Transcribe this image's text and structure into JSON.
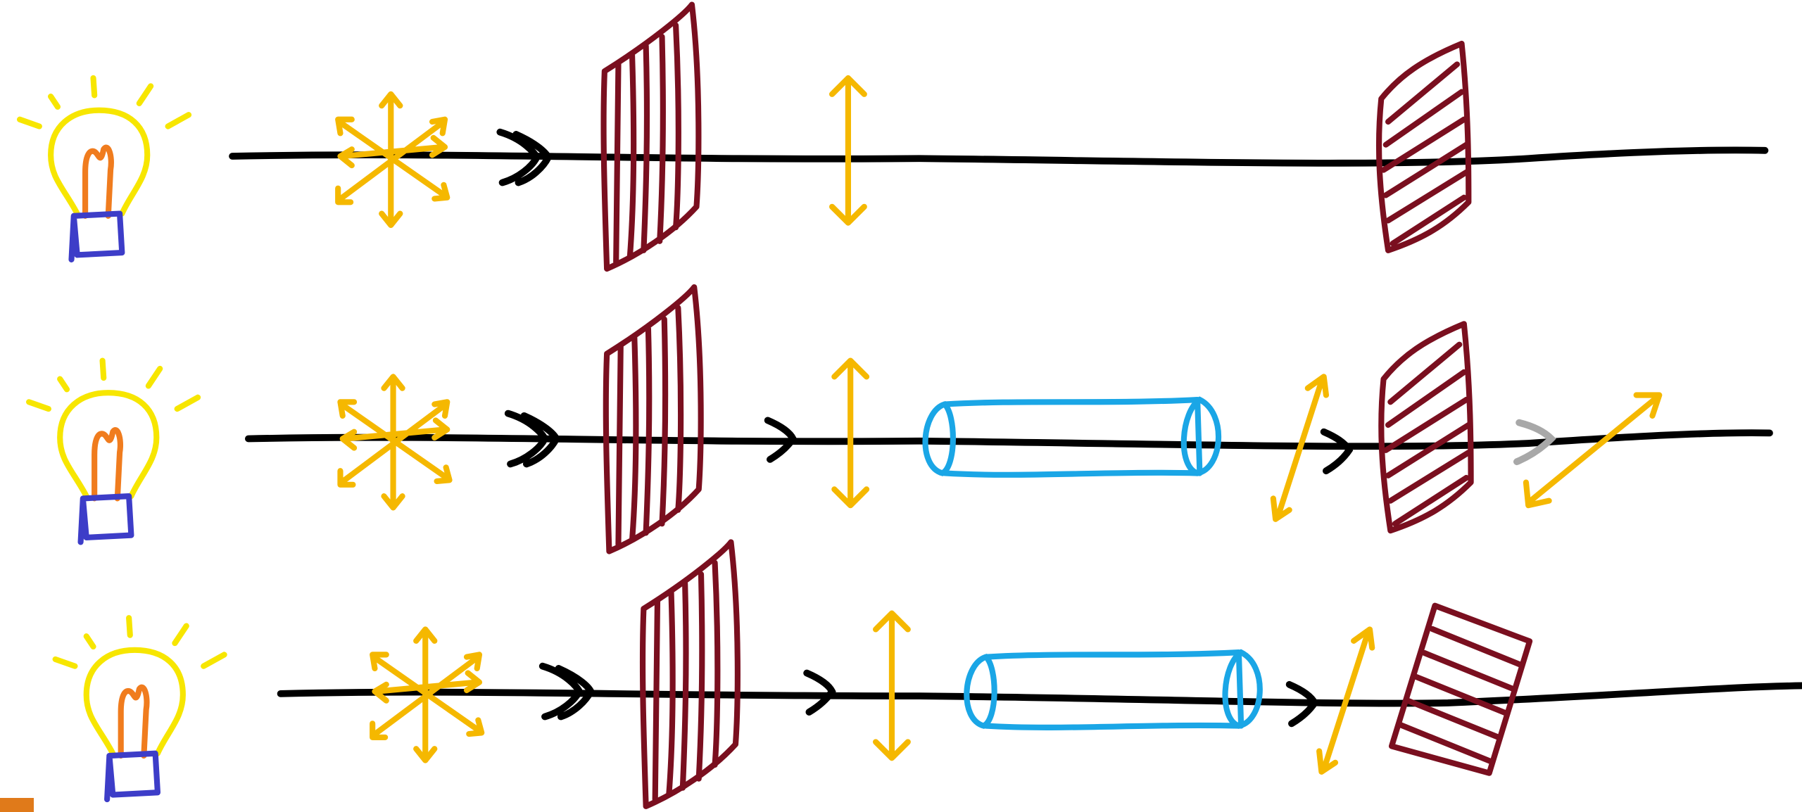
{
  "title": "",
  "colors": {
    "beam": "#000000",
    "bulb_glass": "#f7e600",
    "bulb_filament": "#f07c1e",
    "bulb_base": "#3d3dc8",
    "polarization": "#f5b800",
    "polarizer": "#7a0f1f",
    "sample_tube": "#1aa6e6",
    "dim_arrow": "#a8a8a8",
    "corner_mark": "#e07a1a"
  },
  "rows": [
    {
      "id": "row-1",
      "components": [
        "light-bulb",
        "unpolarized-light",
        "polarizer",
        "vertical-polarization",
        "analyzer-crossed"
      ]
    },
    {
      "id": "row-2",
      "components": [
        "light-bulb",
        "unpolarized-light",
        "polarizer",
        "vertical-polarization",
        "sample-tube",
        "rotated-polarization",
        "analyzer",
        "transmitted-polarization"
      ]
    },
    {
      "id": "row-3",
      "components": [
        "light-bulb",
        "unpolarized-light",
        "polarizer",
        "vertical-polarization",
        "sample-tube",
        "rotated-polarization",
        "analyzer-rotated"
      ]
    }
  ]
}
